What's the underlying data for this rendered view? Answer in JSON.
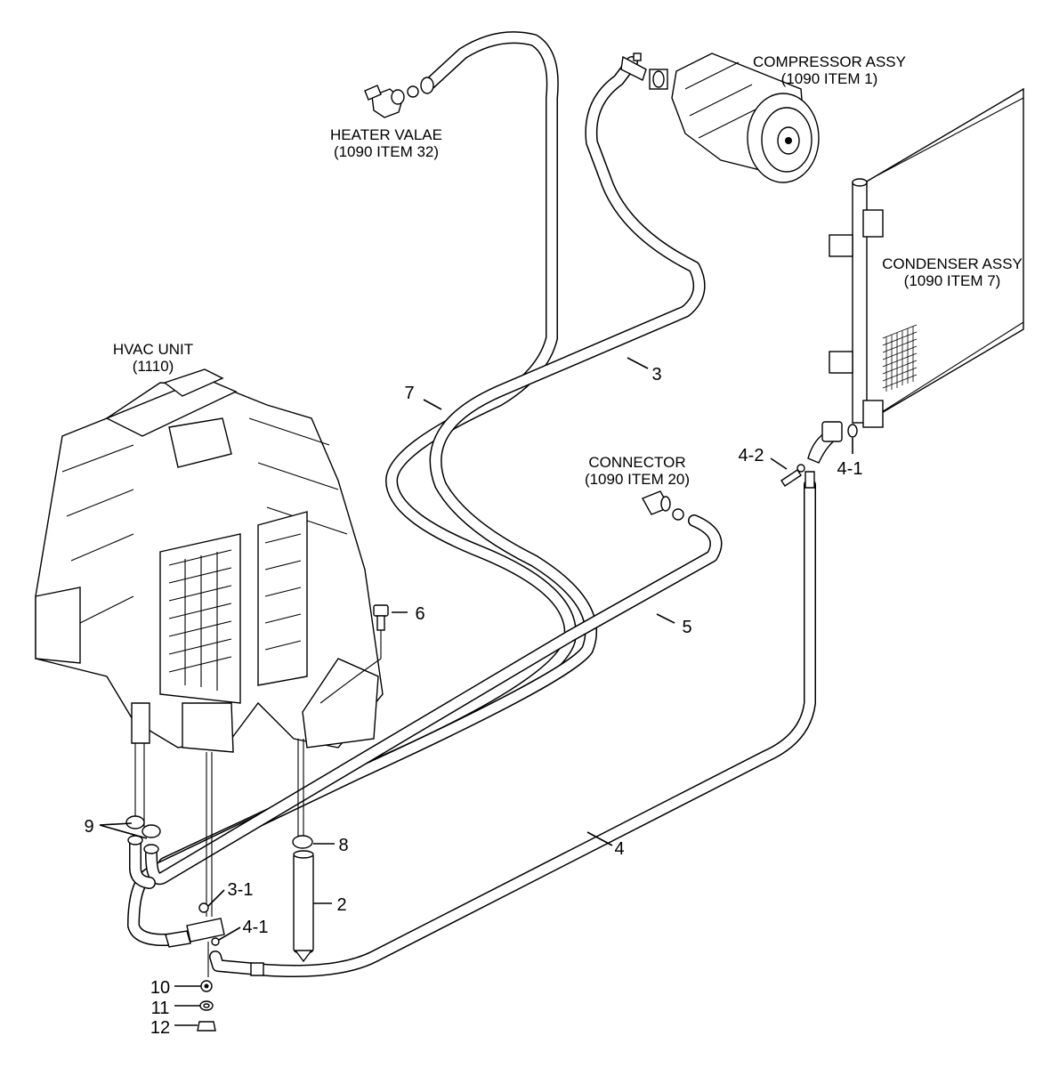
{
  "labels": {
    "heater_valve": {
      "line1": "HEATER VALAE",
      "line2": "(1090 ITEM 32)"
    },
    "compressor": {
      "line1": "COMPRESSOR ASSY",
      "line2": "(1090 ITEM 1)"
    },
    "condenser": {
      "line1": "CONDENSER ASSY",
      "line2": "(1090 ITEM 7)"
    },
    "hvac": {
      "line1": "HVAC UNIT",
      "line2": "(1110)"
    },
    "connector": {
      "line1": "CONNECTOR",
      "line2": "(1090 ITEM 20)"
    }
  },
  "callouts": {
    "c7": "7",
    "c3": "3",
    "c5": "5",
    "c4": "4",
    "c6": "6",
    "c8": "8",
    "c2": "2",
    "c9": "9",
    "c3_1": "3-1",
    "c4_1_lower": "4-1",
    "c4_1_upper": "4-1",
    "c4_2": "4-2",
    "c10": "10",
    "c11": "11",
    "c12": "12"
  }
}
